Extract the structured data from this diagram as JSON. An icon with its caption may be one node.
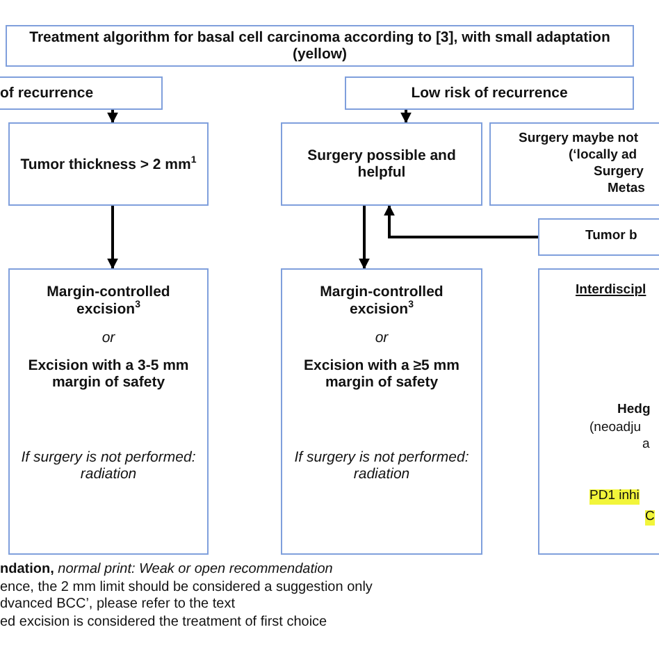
{
  "diagram": {
    "nodes": [
      {
        "text": [
          "Treatment algorithm for basal cell carcinoma according to [3], with small adaptation (yellow)"
        ]
      },
      {
        "text": [
          "of recurrence"
        ]
      },
      {
        "text": [
          "Low risk of recurrence"
        ]
      },
      {
        "text": [
          "Tumor thickness > 2 mm$^{1}$"
        ]
      },
      {
        "text": [
          "Surgery possible and helpful"
        ]
      },
      {
        "text": [
          "Surgery maybe not",
          "(‘locally ad",
          "Surgery",
          "Metas"
        ]
      },
      {
        "text": [
          "Tumor b"
        ]
      },
      {
        "text": [
          "Margin-controlled excision$^{3}$",
          "or",
          "Excision with a 3-5 mm margin of safety",
          "If surgery is not performed: radiation"
        ]
      },
      {
        "text": [
          "Margin-controlled excision$^{3}$",
          "or",
          "Excision with a ≥5 mm margin of safety",
          "If surgery is not performed: radiation"
        ]
      },
      {
        "text": [
          "Interdiscipl",
          "Hedg",
          "(neoadju",
          "a",
          "PD1 inhi",
          "C"
        ]
      }
    ],
    "edges": [
      {
        "from": 1,
        "to": 3,
        "arrow": "to"
      },
      {
        "from": 2,
        "to": 4,
        "arrow": "to"
      },
      {
        "from": 3,
        "to": 7,
        "arrow": "to"
      },
      {
        "from": 4,
        "to": 8,
        "arrow": "to"
      },
      {
        "from": 6,
        "to": 4,
        "arrow": "to"
      }
    ],
    "labels": [
      "**ndation,** *normal print: Weak or open recommendation*",
      "ence, the 2 mm limit should be considered a suggestion only",
      "dvanced BCC’, please refer to the text",
      "ed excision is considered the treatment of first choice"
    ]
  }
}
